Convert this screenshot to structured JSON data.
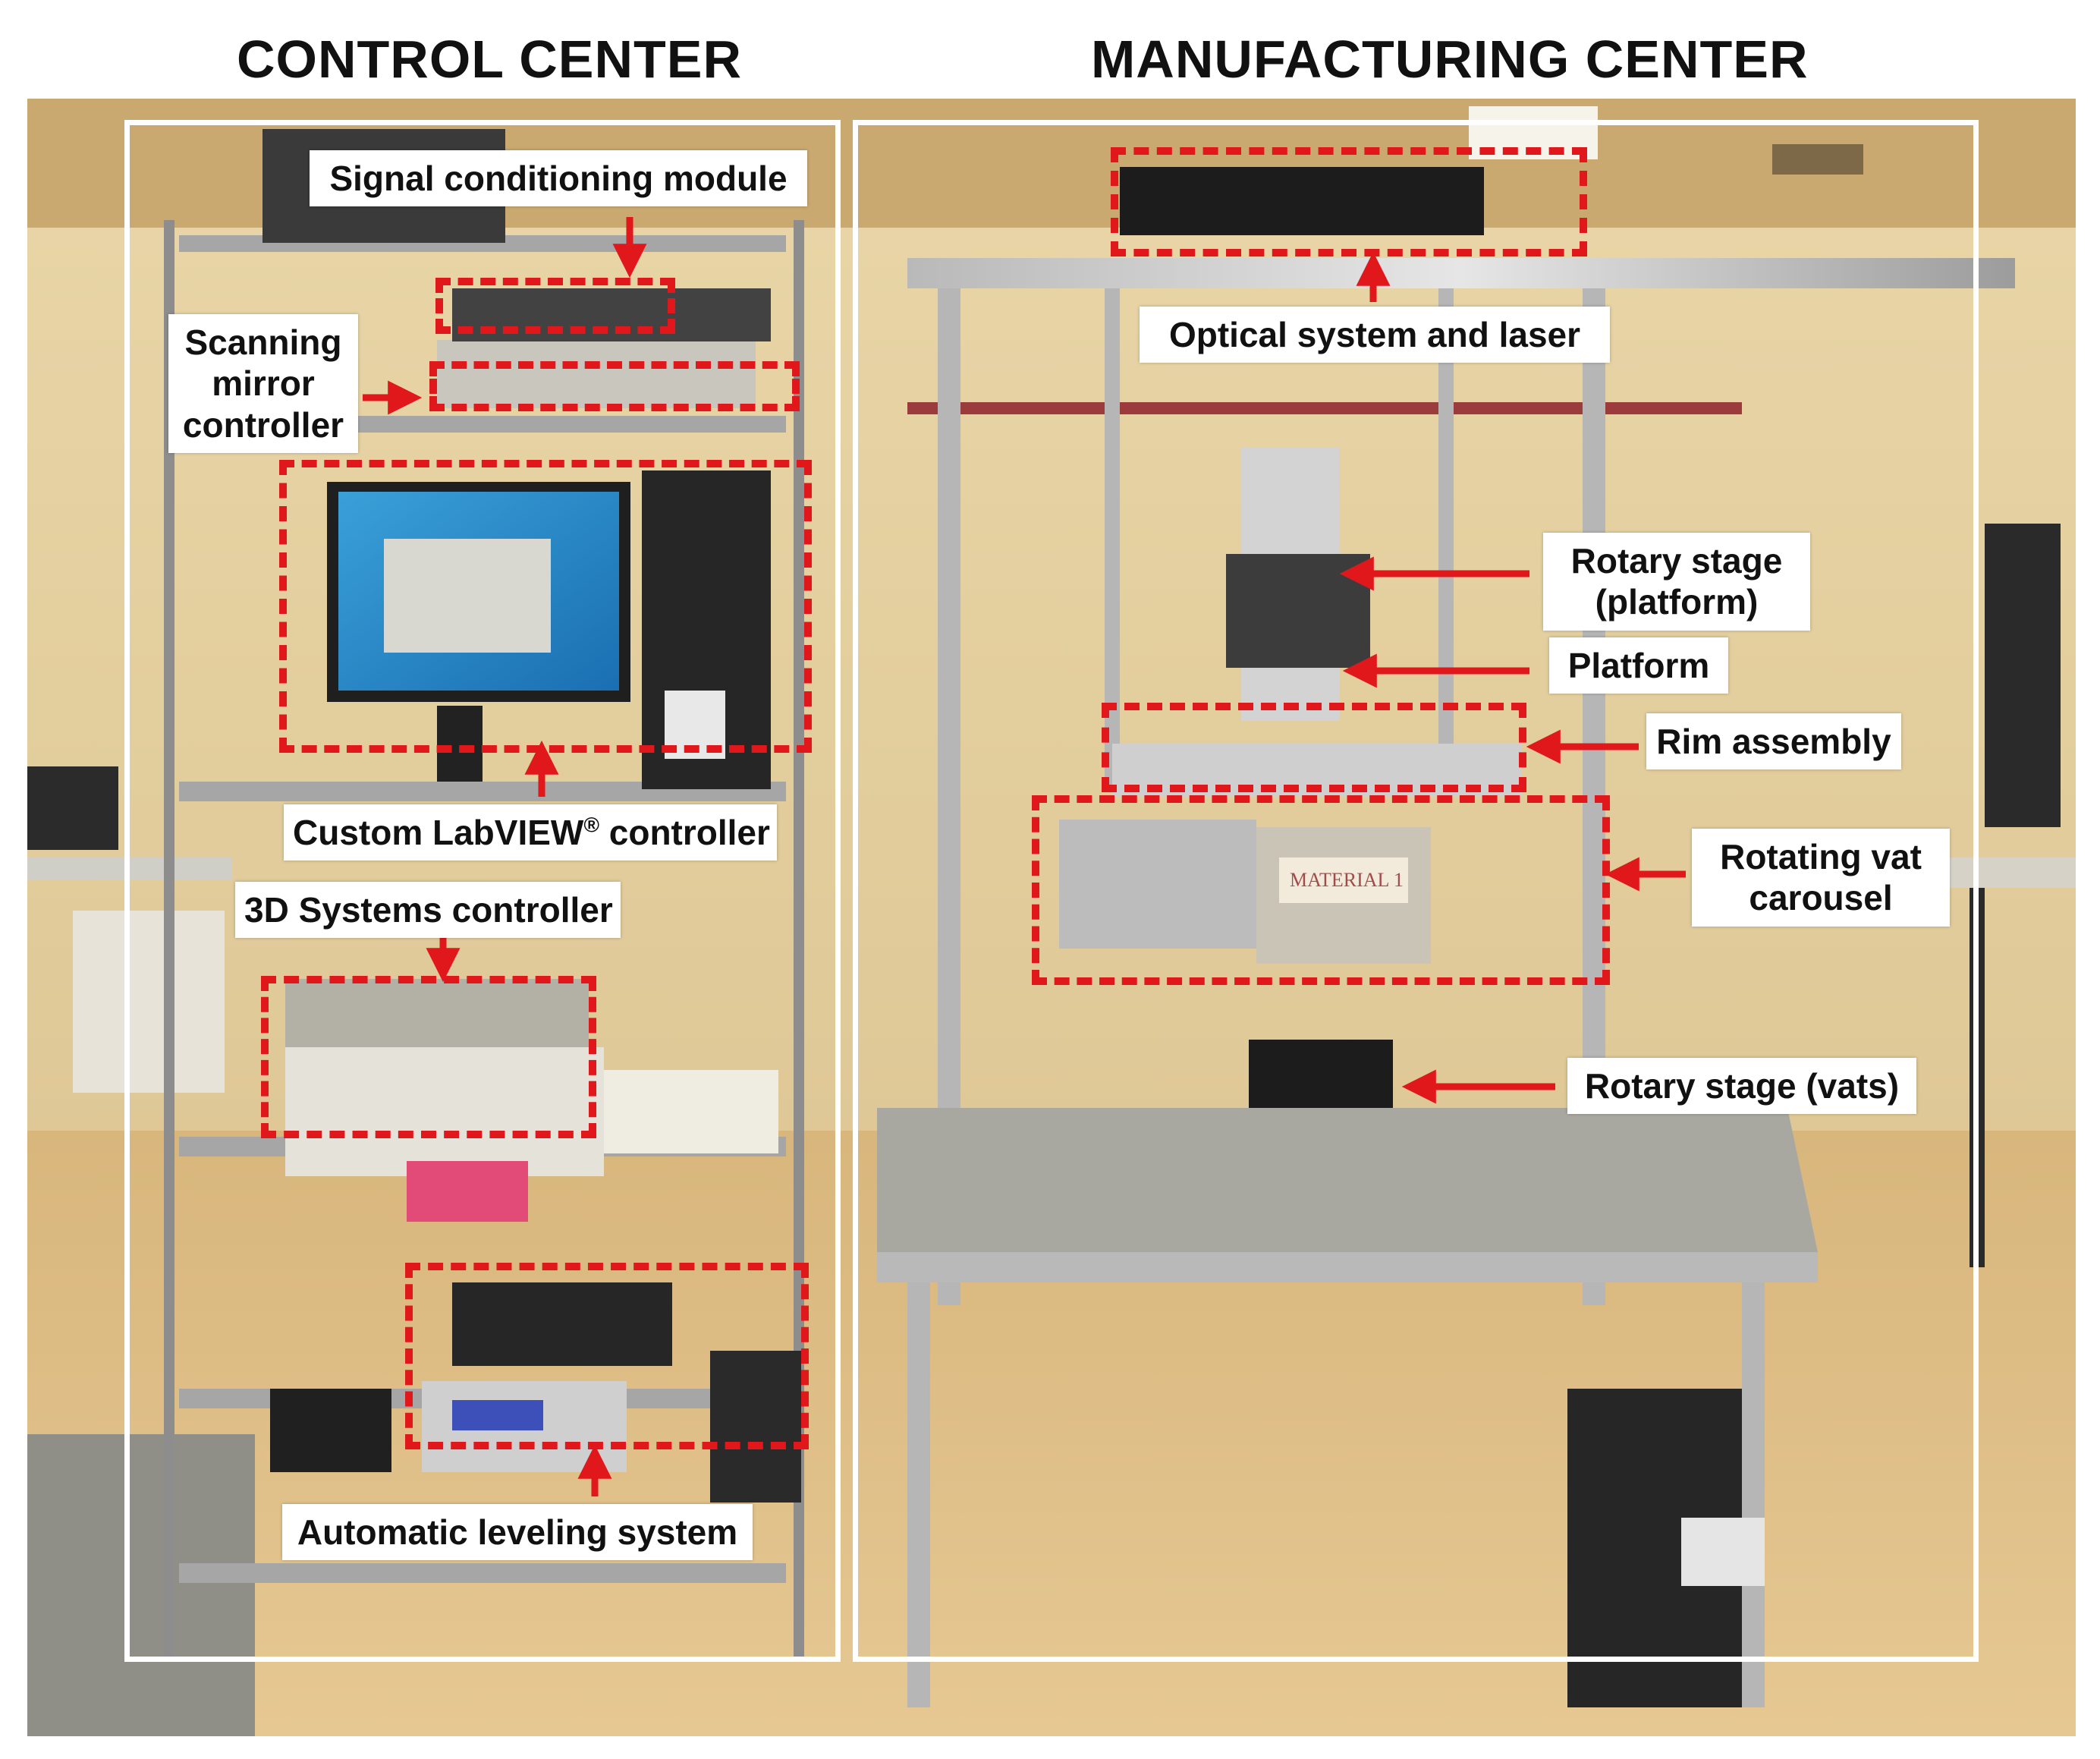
{
  "headers": {
    "control": "CONTROL CENTER",
    "manufacturing": "MANUFACTURING CENTER"
  },
  "colors": {
    "annotation_red": "#e0181b",
    "label_bg": "#ffffff",
    "frame": "#ffffff"
  },
  "labels": {
    "signal_conditioning": "Signal conditioning module",
    "scanning_mirror_line1": "Scanning",
    "scanning_mirror_line2": "mirror",
    "scanning_mirror_line3": "controller",
    "labview_text": "Custom LabVIEW",
    "labview_reg": "®",
    "labview_suffix": " controller",
    "systems_3d": "3D Systems controller",
    "auto_leveling": "Automatic leveling system",
    "optical_system": "Optical system  and laser",
    "rotary_platform_line1": "Rotary stage",
    "rotary_platform_line2": "(platform)",
    "platform": "Platform",
    "rim_assembly": "Rim assembly",
    "rotating_vat_line1": "Rotating vat",
    "rotating_vat_line2": "carousel",
    "rotary_vats": "Rotary stage (vats)",
    "material_sign": "MATERIAL 1"
  }
}
